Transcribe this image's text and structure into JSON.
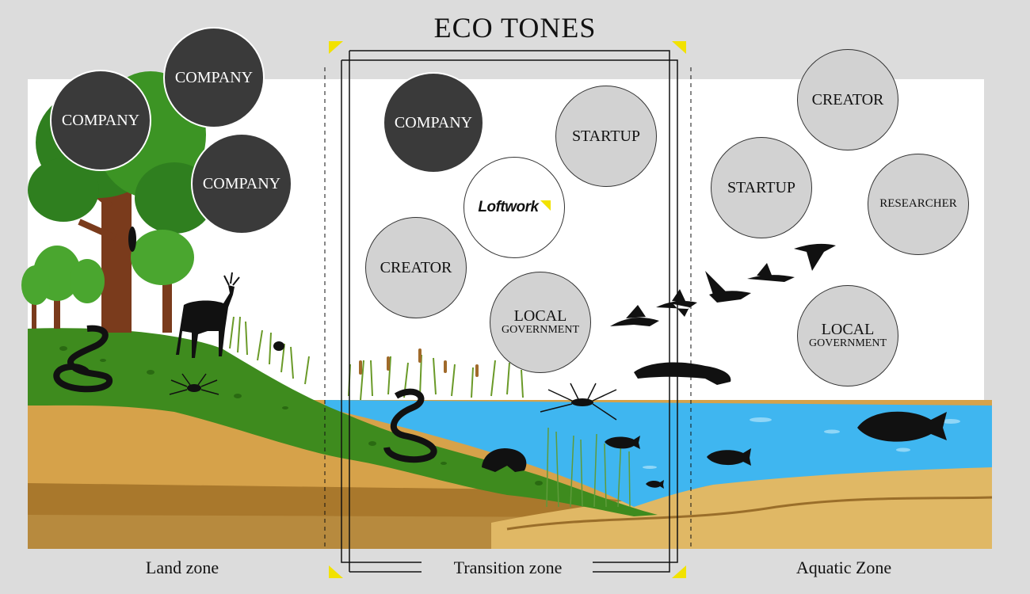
{
  "title": "ECO TONES",
  "zones": {
    "land": "Land zone",
    "transition": "Transition zone",
    "aquatic": "Aquatic Zone"
  },
  "bubbles": {
    "land_company_1": "COMPANY",
    "land_company_2": "COMPANY",
    "land_company_3": "COMPANY",
    "transition_company": "COMPANY",
    "transition_startup": "STARTUP",
    "transition_logo": "Loftwork",
    "transition_creator": "CREATOR",
    "transition_local_line1": "LOCAL",
    "transition_local_line2": "GOVERNMENT",
    "aquatic_creator": "CREATOR",
    "aquatic_startup": "STARTUP",
    "aquatic_researcher": "RESEARCHER",
    "aquatic_local_line1": "LOCAL",
    "aquatic_local_line2": "GOVERNMENT"
  },
  "colors": {
    "background": "#dcdcdc",
    "company_bubble": "#3a3a3a",
    "stakeholder_bubble": "#d2d2d2",
    "accent_yellow": "#f2e200",
    "water": "#3fb6f0",
    "grass": "#3e8b1e",
    "soil": "#d6a24a"
  }
}
